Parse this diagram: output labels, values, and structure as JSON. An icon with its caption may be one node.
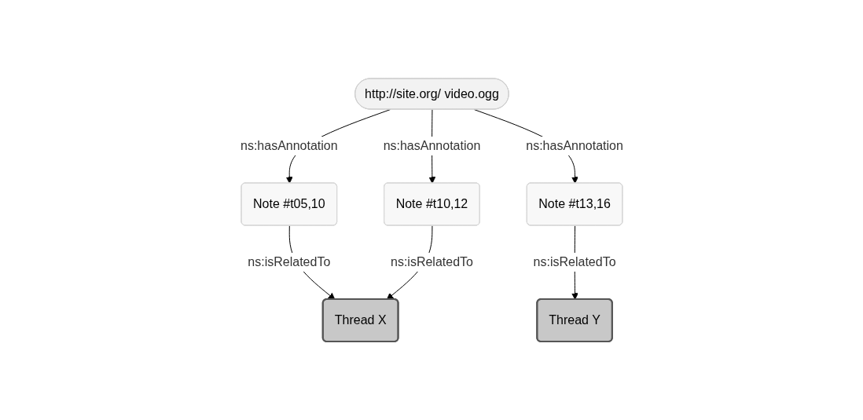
{
  "diagram": {
    "nodes": [
      {
        "text": [
          "http://site.org/ video.ogg"
        ]
      },
      {
        "text": [
          "Note #t05,10"
        ]
      },
      {
        "text": [
          "Note #t10,12"
        ]
      },
      {
        "text": [
          "Note #t13,16"
        ]
      },
      {
        "text": [
          "Thread X"
        ]
      },
      {
        "text": [
          "Thread Y"
        ]
      }
    ],
    "edges": [
      {
        "from": 0,
        "to": 1,
        "arrow": "to",
        "label": "ns:hasAnnotation"
      },
      {
        "from": 0,
        "to": 2,
        "arrow": "to",
        "label": "ns:hasAnnotation"
      },
      {
        "from": 0,
        "to": 3,
        "arrow": "to",
        "label": "ns:hasAnnotation"
      },
      {
        "from": 1,
        "to": 4,
        "arrow": "to",
        "label": "ns:isRelatedTo"
      },
      {
        "from": 2,
        "to": 4,
        "arrow": "to",
        "label": "ns:isRelatedTo"
      },
      {
        "from": 3,
        "to": 5,
        "arrow": "to",
        "label": "ns:isRelatedTo"
      }
    ]
  }
}
